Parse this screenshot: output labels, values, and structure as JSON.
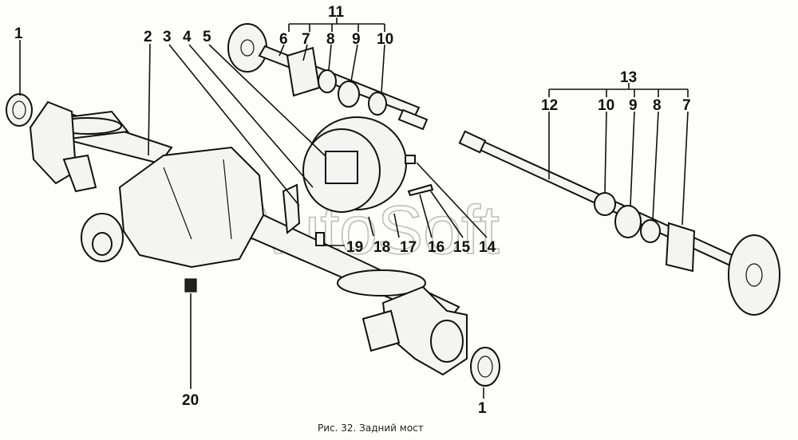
{
  "figure": {
    "caption": "Рис. 32. Задний мост",
    "watermark": "AutoSoft"
  },
  "callouts": [
    {
      "id": "left-1",
      "text": "1"
    },
    {
      "id": "n2",
      "text": "2"
    },
    {
      "id": "n3",
      "text": "3"
    },
    {
      "id": "n4",
      "text": "4"
    },
    {
      "id": "n5",
      "text": "5"
    },
    {
      "id": "n11",
      "text": "11"
    },
    {
      "id": "top-6",
      "text": "6"
    },
    {
      "id": "top-7",
      "text": "7"
    },
    {
      "id": "top-8",
      "text": "8"
    },
    {
      "id": "top-9",
      "text": "9"
    },
    {
      "id": "top-10",
      "text": "10"
    },
    {
      "id": "n13",
      "text": "13"
    },
    {
      "id": "n12",
      "text": "12"
    },
    {
      "id": "right-10",
      "text": "10"
    },
    {
      "id": "right-9",
      "text": "9"
    },
    {
      "id": "right-8",
      "text": "8"
    },
    {
      "id": "right-7",
      "text": "7"
    },
    {
      "id": "n19",
      "text": "19"
    },
    {
      "id": "n18",
      "text": "18"
    },
    {
      "id": "n17",
      "text": "17"
    },
    {
      "id": "n16",
      "text": "16"
    },
    {
      "id": "n15",
      "text": "15"
    },
    {
      "id": "n14",
      "text": "14"
    },
    {
      "id": "n20",
      "text": "20"
    },
    {
      "id": "bottom-1",
      "text": "1"
    }
  ]
}
